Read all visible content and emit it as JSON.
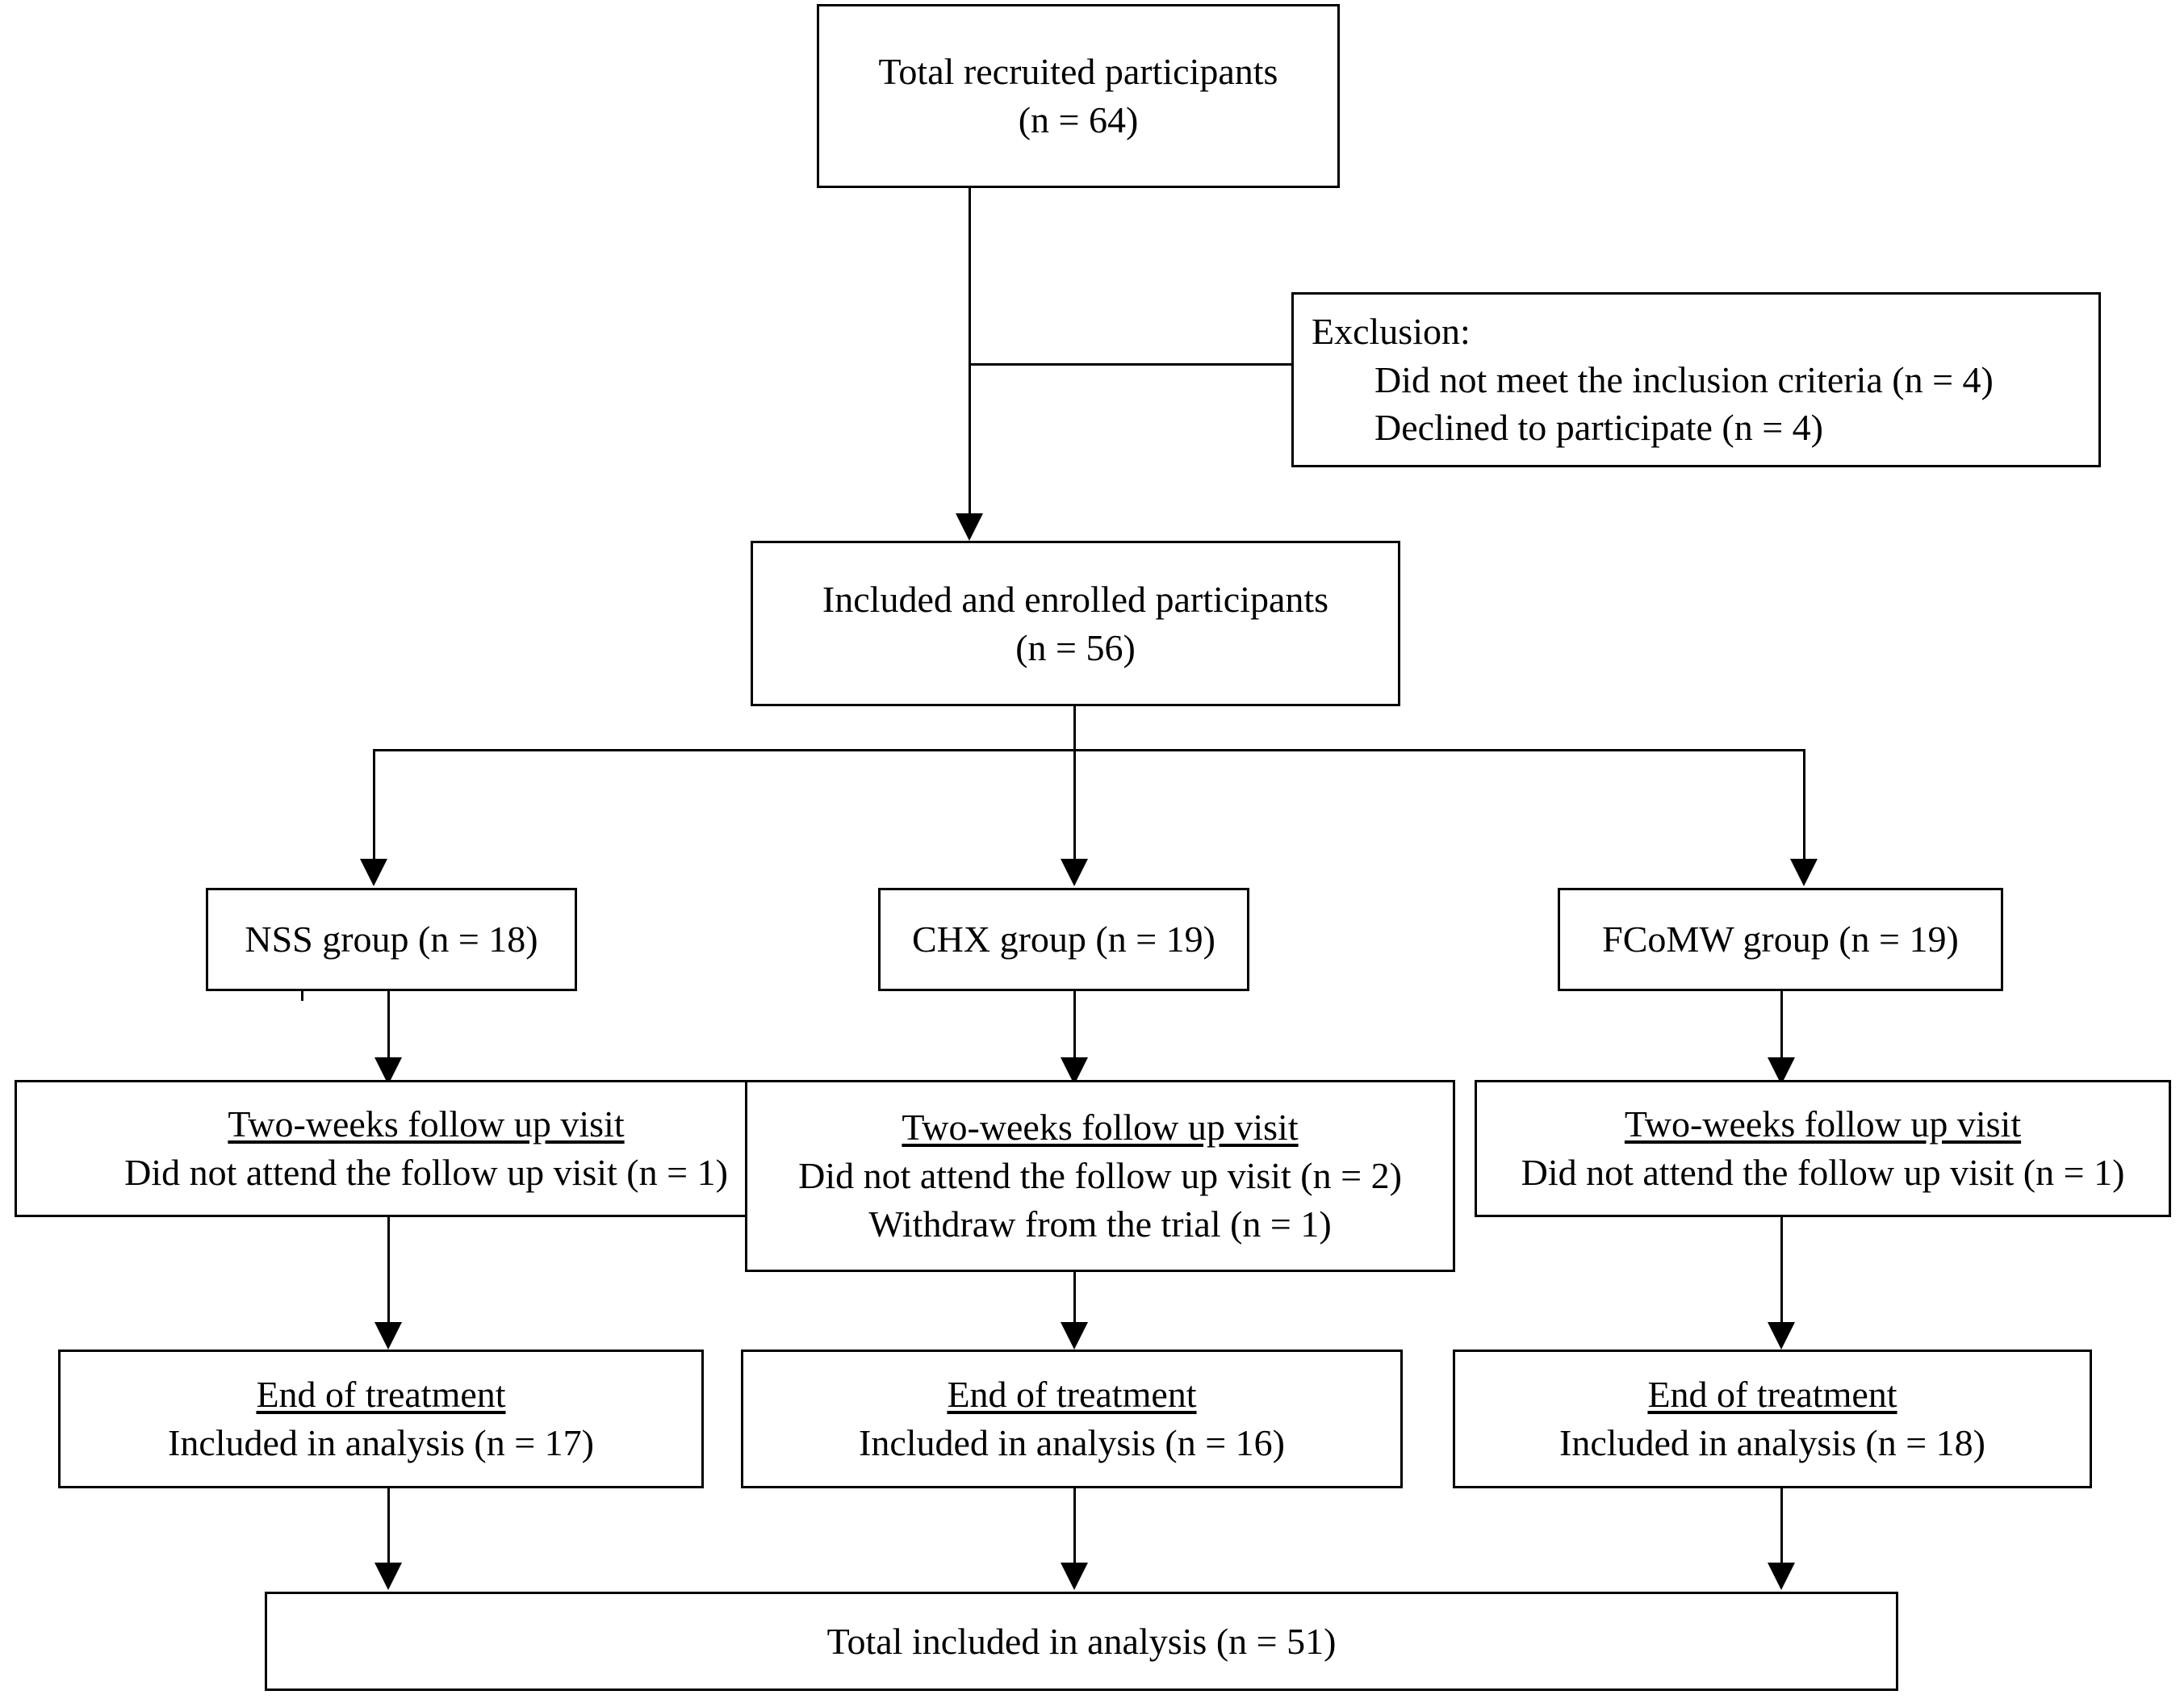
{
  "diagram": {
    "title": "CONSORT participant flow diagram",
    "type": "flowchart",
    "line_color": "#000000",
    "background_color": "#ffffff",
    "nodes": {
      "recruited": {
        "line1": "Total recruited participants",
        "line2": "(n = 64)"
      },
      "exclusion": {
        "line1": "Exclusion:",
        "line2": "Did not meet the inclusion criteria (n = 4)",
        "line3": "Declined to participate (n = 4)"
      },
      "enrolled": {
        "line1": "Included and enrolled participants",
        "line2": "(n = 56)"
      },
      "group_nss": {
        "label": "NSS group (n = 18)"
      },
      "group_chx": {
        "label": "CHX group (n = 19)"
      },
      "group_fcomw": {
        "label": "FCoMW group (n = 19)"
      },
      "followup_nss": {
        "heading": "Two-weeks follow up visit",
        "line1": "Did not attend the follow up visit (n = 1)"
      },
      "followup_chx": {
        "heading": "Two-weeks follow up visit",
        "line1": "Did not attend the follow up visit (n = 2)",
        "line2": "Withdraw from the trial (n = 1)"
      },
      "followup_fcomw": {
        "heading": "Two-weeks follow up visit",
        "line1": "Did not attend the follow up visit (n = 1)"
      },
      "end_nss": {
        "heading": "End of treatment",
        "line1": "Included in analysis (n = 17)"
      },
      "end_chx": {
        "heading": "End of treatment",
        "line1": "Included in analysis (n = 16)"
      },
      "end_fcomw": {
        "heading": "End of treatment",
        "line1": "Included in analysis (n = 18)"
      },
      "total": {
        "label": "Total included in analysis (n = 51)"
      }
    }
  },
  "chart_data": {
    "type": "flowchart",
    "title": "CONSORT participant flow diagram",
    "stages": [
      {
        "stage": "Total recruited participants",
        "n": 64
      },
      {
        "stage": "Excluded - did not meet the inclusion criteria",
        "n": 4
      },
      {
        "stage": "Excluded - declined to participate",
        "n": 4
      },
      {
        "stage": "Included and enrolled participants",
        "n": 56
      },
      {
        "stage": "NSS group allocated",
        "n": 18
      },
      {
        "stage": "CHX group allocated",
        "n": 19
      },
      {
        "stage": "FCoMW group allocated",
        "n": 19
      },
      {
        "stage": "NSS - did not attend the follow up visit",
        "n": 1
      },
      {
        "stage": "CHX - did not attend the follow up visit",
        "n": 2
      },
      {
        "stage": "CHX - withdraw from the trial",
        "n": 1
      },
      {
        "stage": "FCoMW - did not attend the follow up visit",
        "n": 1
      },
      {
        "stage": "NSS included in analysis",
        "n": 17
      },
      {
        "stage": "CHX included in analysis",
        "n": 16
      },
      {
        "stage": "FCoMW included in analysis",
        "n": 18
      },
      {
        "stage": "Total included in analysis",
        "n": 51
      }
    ],
    "arms": [
      "NSS",
      "CHX",
      "FCoMW"
    ]
  }
}
